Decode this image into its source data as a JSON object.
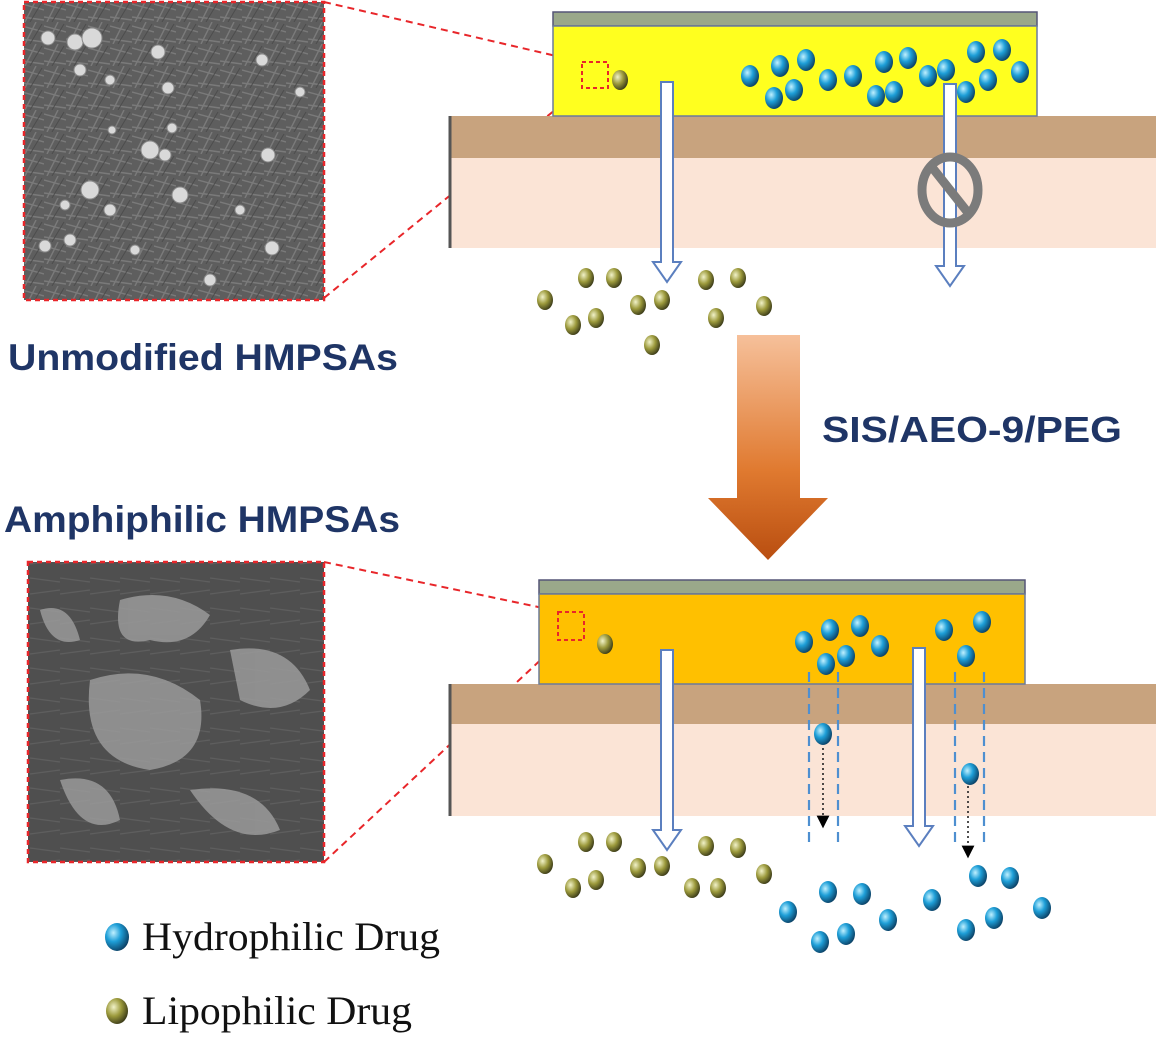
{
  "labels": {
    "top_system": "Unmodified HMPSAs",
    "bottom_system": "Amphiphilic HMPSAs",
    "modification": "SIS/AEO-9/PEG"
  },
  "legend": {
    "hydrophilic": "Hydrophilic Drug",
    "lipophilic": "Lipophilic Drug"
  },
  "colors": {
    "hydrophilic_drug": "#1e9fd8",
    "lipophilic_drug": "#9c9a3c",
    "unmodified_matrix": "#ffff1f",
    "amphiphilic_matrix": "#ffc000",
    "backing_layer": "#9aa88a",
    "skin_upper": "#c8a37e",
    "skin_lower": "#fbe4d6",
    "process_arrow": "#e07a30",
    "dashed_leader": "#e8262a",
    "dashed_channel": "#4e8fd0",
    "blocked_sign": "#7b7b7b"
  }
}
